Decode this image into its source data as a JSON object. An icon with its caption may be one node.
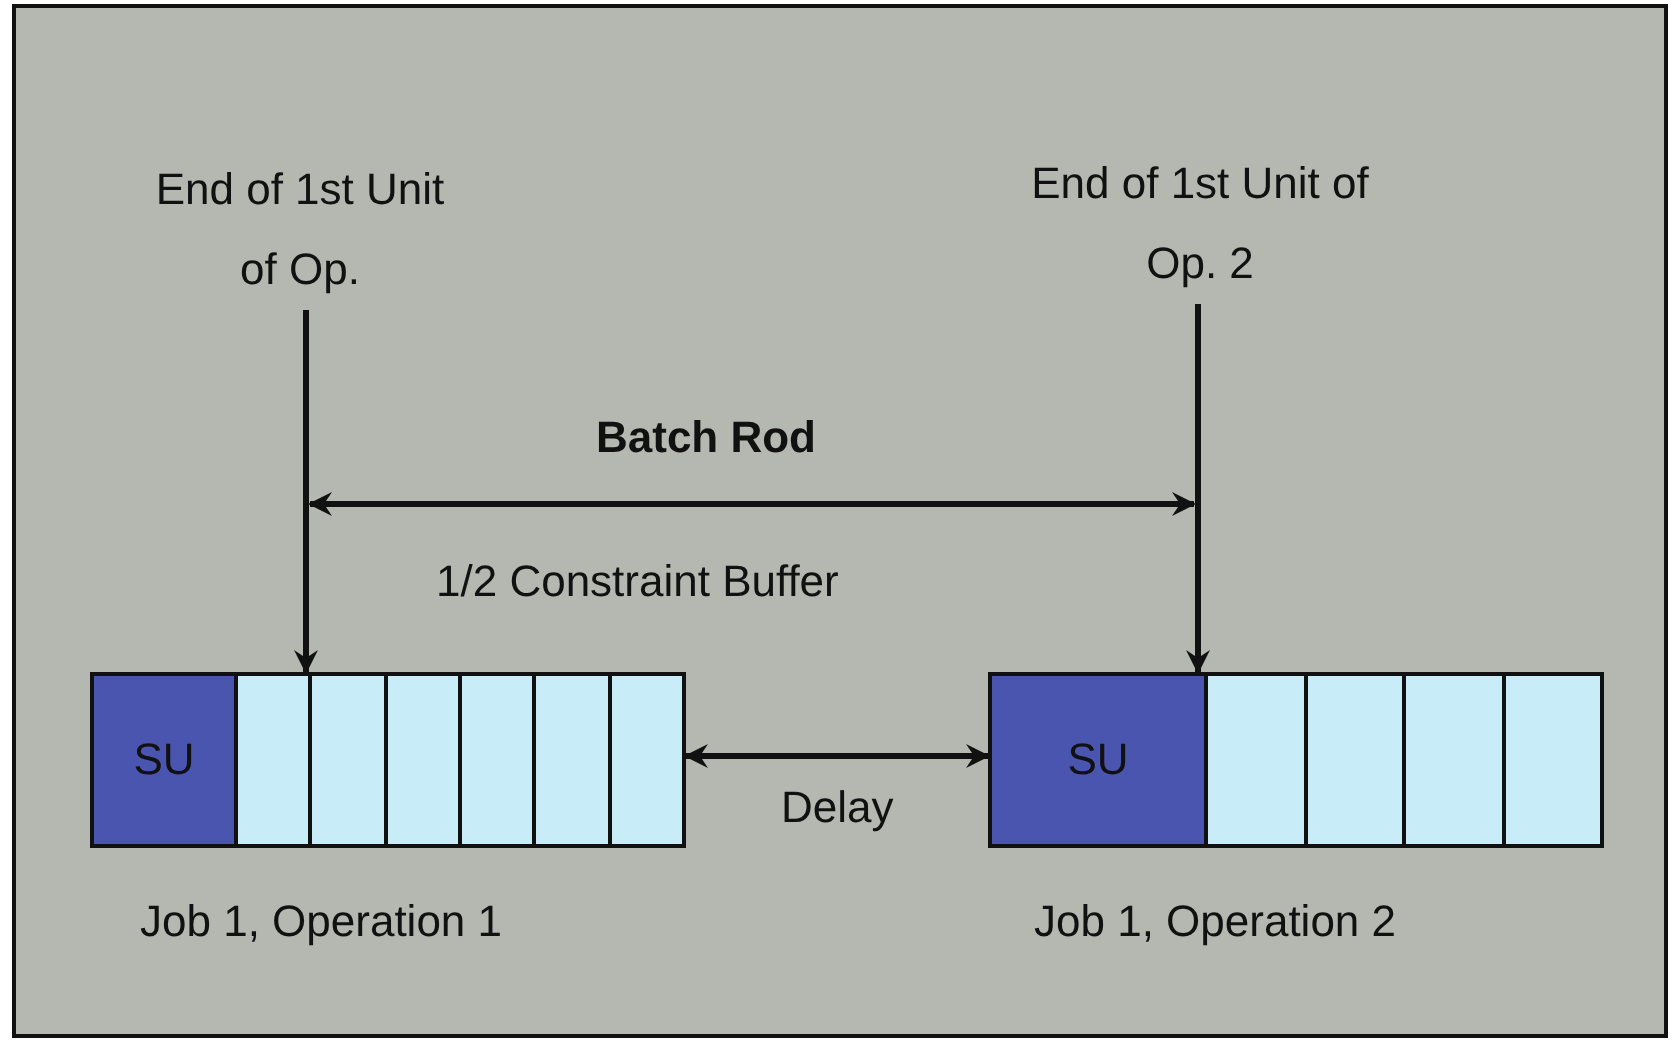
{
  "diagram": {
    "nodes": [
      {
        "text": [
          "End of 1st Unit of Op."
        ]
      },
      {
        "text": [
          "End of 1st Unit of Op. 2"
        ]
      },
      {
        "text": [
          "SU"
        ],
        "beside": [
          "Job 1, Operation 1"
        ]
      },
      {
        "text": [
          "SU"
        ],
        "beside": [
          "Job 1, Operation 2"
        ]
      }
    ],
    "edges": [
      {
        "from": 0,
        "to": 2,
        "arrow": "to"
      },
      {
        "from": 1,
        "to": 3,
        "arrow": "to"
      },
      {
        "from": 2,
        "to": 3,
        "arrow": "both",
        "label": "Delay"
      }
    ],
    "labels": [
      "Batch Rod",
      "1/2 Constraint Buffer"
    ]
  }
}
